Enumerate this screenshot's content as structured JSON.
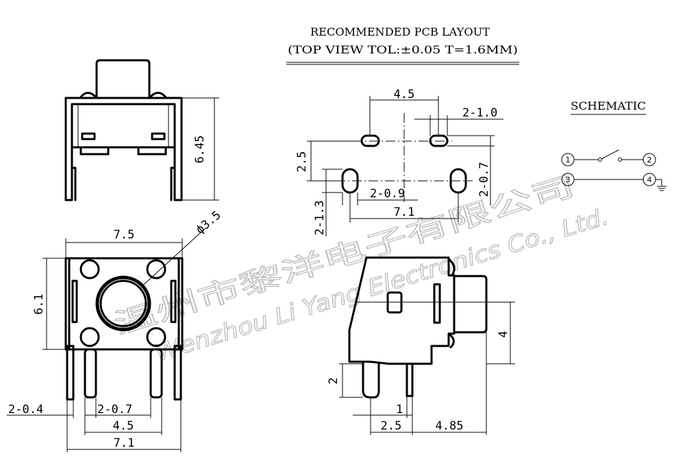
{
  "layout_title": {
    "line1": "RECOMMENDED PCB LAYOUT",
    "line2": "(TOP VIEW TOL:±0.05 T=1.6MM)"
  },
  "schematic": {
    "title": "SCHEMATIC",
    "pins": [
      "1",
      "2",
      "3",
      "4"
    ]
  },
  "front_view": {
    "height": "6.45"
  },
  "top_view": {
    "width": "7.5",
    "height": "6.1",
    "button_diameter": "ϕ3.5",
    "pin_width": "2-0.4",
    "pin_thickness": "2-0.7",
    "pin_spacing": "4.5",
    "total_span": "7.1"
  },
  "pcb_layout": {
    "hole_spacing": "4.5",
    "slot_width_top": "2-1.0",
    "row_spacing": "2.5",
    "slot_width_bottom": "2-0.9",
    "slot_length": "2-0.7",
    "slot_height": "2-1.3",
    "outer_spacing": "7.1"
  },
  "side_view": {
    "button_height": "4",
    "pin_length": "2",
    "pin_offset": "1",
    "pin_pitch": "2.5",
    "button_offset": "4.85"
  },
  "watermark": {
    "chinese": "温州市黎洋电子有限公司",
    "english": "Wenzhou Li Yang Electronics Co., Ltd."
  }
}
